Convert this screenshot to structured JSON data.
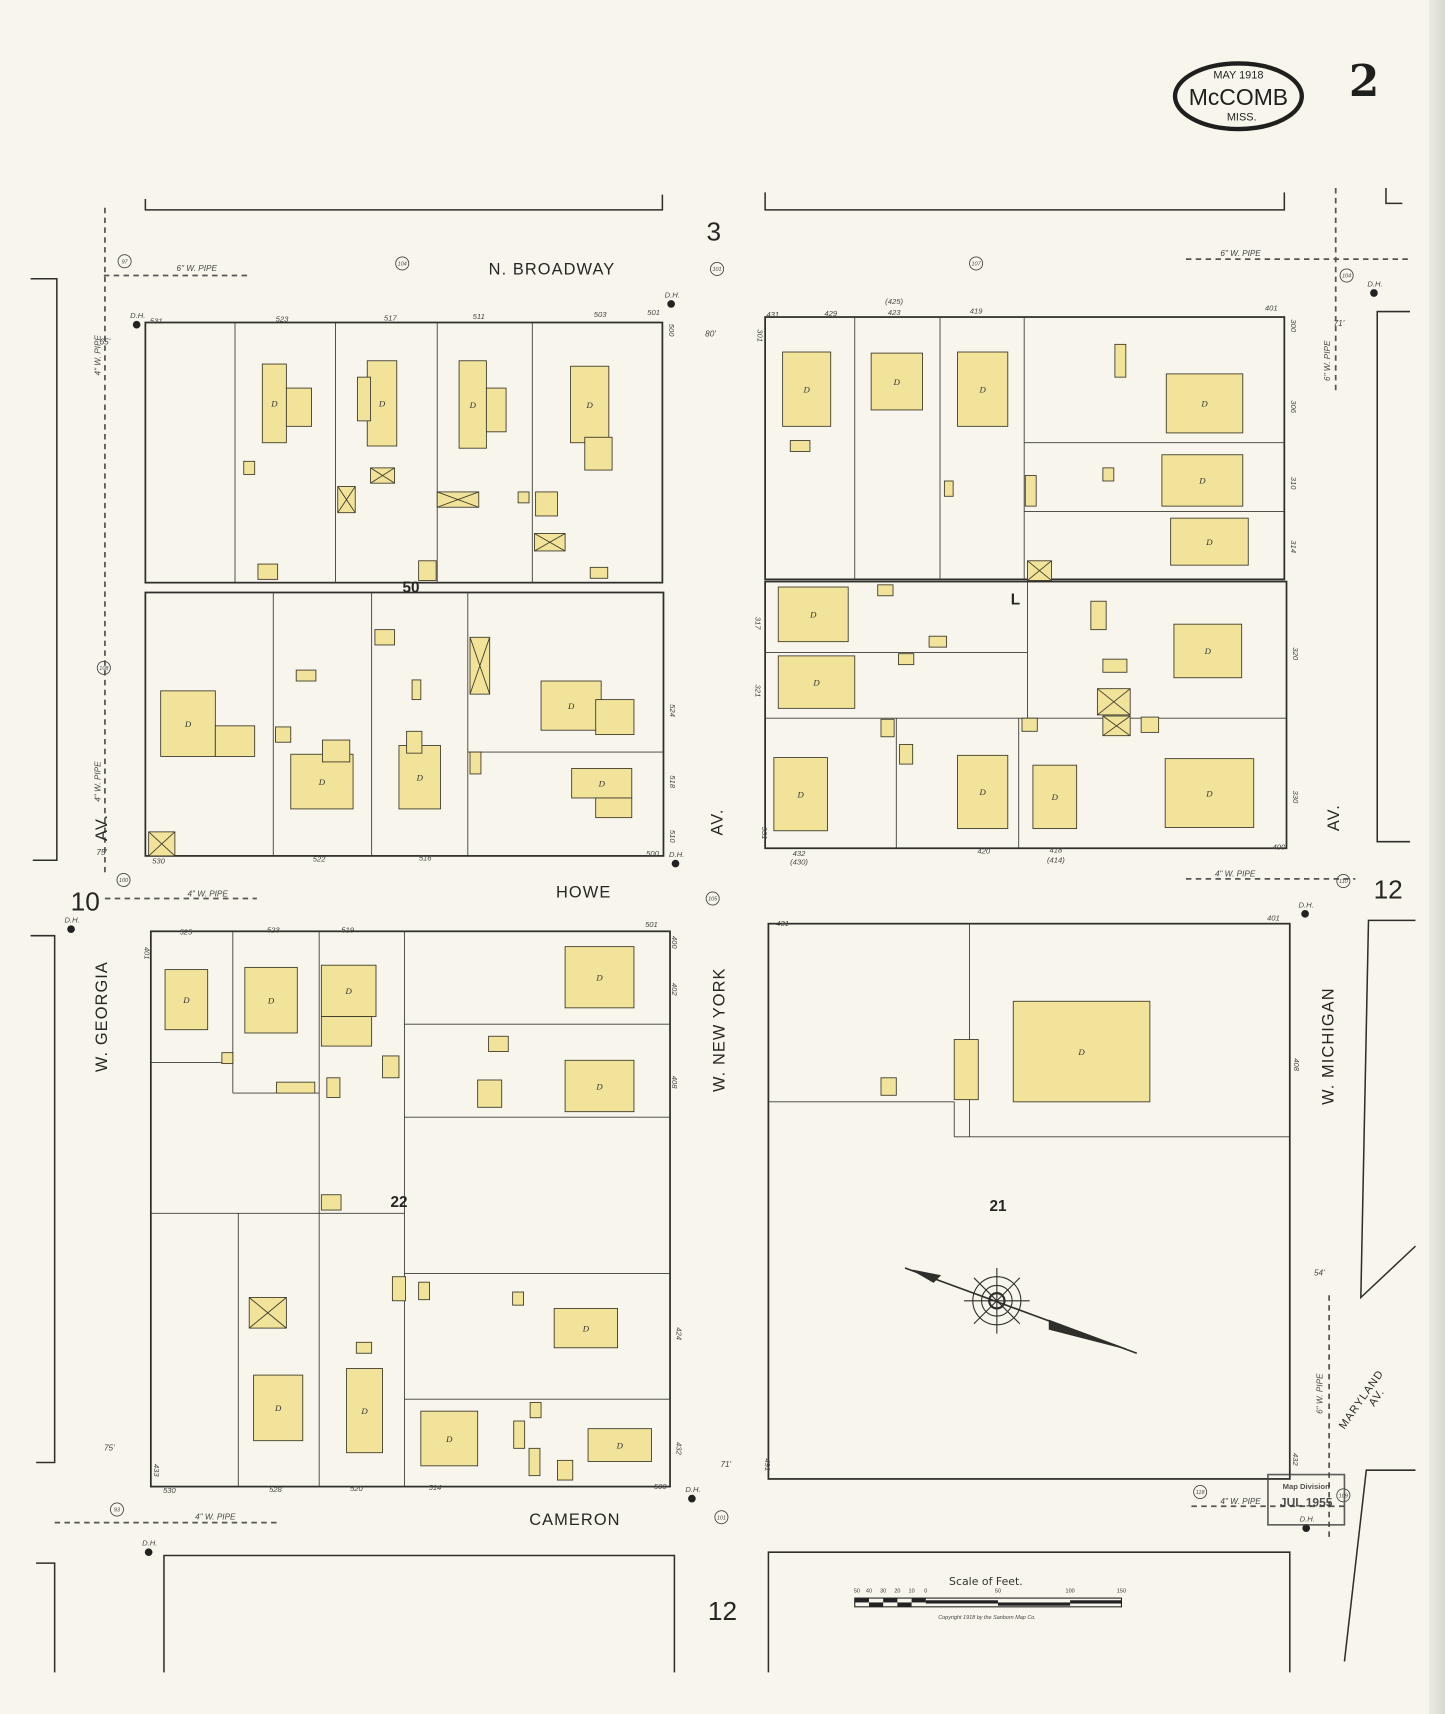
{
  "cartouche": {
    "date": "MAY 1918",
    "city": "McCOMB",
    "state": "MISS."
  },
  "sheet_number": "2",
  "adjoining_sheets": {
    "top": "3",
    "left": "10",
    "right": "12",
    "bottom": "12"
  },
  "streets": {
    "north": "N. BROADWAY",
    "middle": "HOWE",
    "south": "CAMERON",
    "west_name": "W. GEORGIA",
    "west_suffix": "AV.",
    "center_name": "W. NEW YORK",
    "center_suffix": "AV.",
    "east_name": "W. MICHIGAN",
    "east_suffix": "AV.",
    "diagonal_name": "MARYLAND",
    "diagonal_suffix": "AV."
  },
  "block_numbers": [
    "50",
    "22",
    "21"
  ],
  "block_marker": "L",
  "dwelling_label": "D",
  "hydrant_label": "D.H.",
  "pipes": [
    "6\" W. PIPE",
    "4\" W. PIPE",
    "4\" W. PIPE",
    "4\" W. PIPE",
    "6\" W. PIPE",
    "6\" W. PIPE",
    "4\" W. PIPE",
    "4\" W. PIPE",
    "6\" W. PIPE",
    "4\" W. PIPE"
  ],
  "elevations": [
    "97",
    "104",
    "101",
    "107",
    "104",
    "108",
    "100",
    "105",
    "110",
    "93",
    "101",
    "118",
    "109"
  ],
  "distances": [
    "80'",
    "71'",
    "75'",
    "71'",
    "54'",
    "65'",
    "75'"
  ],
  "house_numbers": [
    "531",
    "523",
    "517",
    "511",
    "503",
    "501",
    "500",
    "530",
    "522",
    "516",
    "500",
    "524",
    "518",
    "510",
    "525",
    "523",
    "519",
    "501",
    "400",
    "402",
    "408",
    "424",
    "432",
    "530",
    "528",
    "520",
    "514",
    "500",
    "401",
    "433",
    "431",
    "429",
    "(425)",
    "423",
    "419",
    "401",
    "300",
    "306",
    "310",
    "314",
    "301",
    "317",
    "321",
    "331",
    "432",
    "(430)",
    "420",
    "418",
    "(414)",
    "400",
    "320",
    "330",
    "431",
    "401",
    "408",
    "491",
    "432"
  ],
  "scale": {
    "title": "Scale of Feet.",
    "ticks": [
      "50",
      "40",
      "30",
      "20",
      "10",
      "0",
      "50",
      "100",
      "150"
    ],
    "copyright": "Copyright 1918 by the Sanborn Map Co."
  },
  "stamp": {
    "line1": "Map Division",
    "line2": "JUL 1955"
  },
  "colors": {
    "paper": "#f8f6ec",
    "building": "#f1e39a",
    "ink": "#2e2e2a"
  }
}
